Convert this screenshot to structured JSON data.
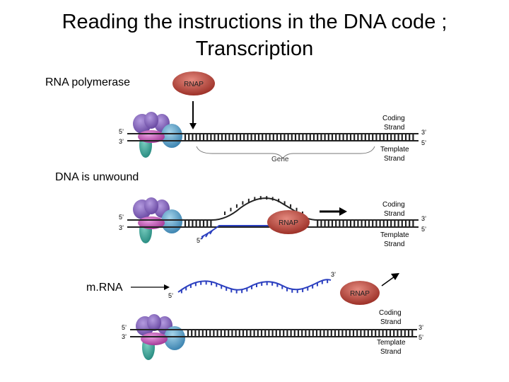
{
  "slide": {
    "title_line1": "Reading the instructions in the DNA code ;",
    "title_line2": "Transcription",
    "labels": {
      "rna_polymerase": "RNA polymerase",
      "dna_unwound": "DNA is unwound",
      "mrna": "m.RNA"
    }
  },
  "diagram": {
    "rnap_label": "RNAP",
    "coding_strand": [
      "Coding",
      "Strand"
    ],
    "template_strand": [
      "Template",
      "Strand"
    ],
    "gene_label": "Gene",
    "prime_5": "5’",
    "prime_3": "3’"
  },
  "colors": {
    "rnap": "#b5463c",
    "dna_strand": "#222222",
    "rna_strand": "#2b3fbf",
    "protein_purple": "#7a5ab0",
    "protein_teal": "#3aa59a",
    "protein_blue": "#5aa0c8",
    "protein_magenta": "#c04fb0"
  }
}
